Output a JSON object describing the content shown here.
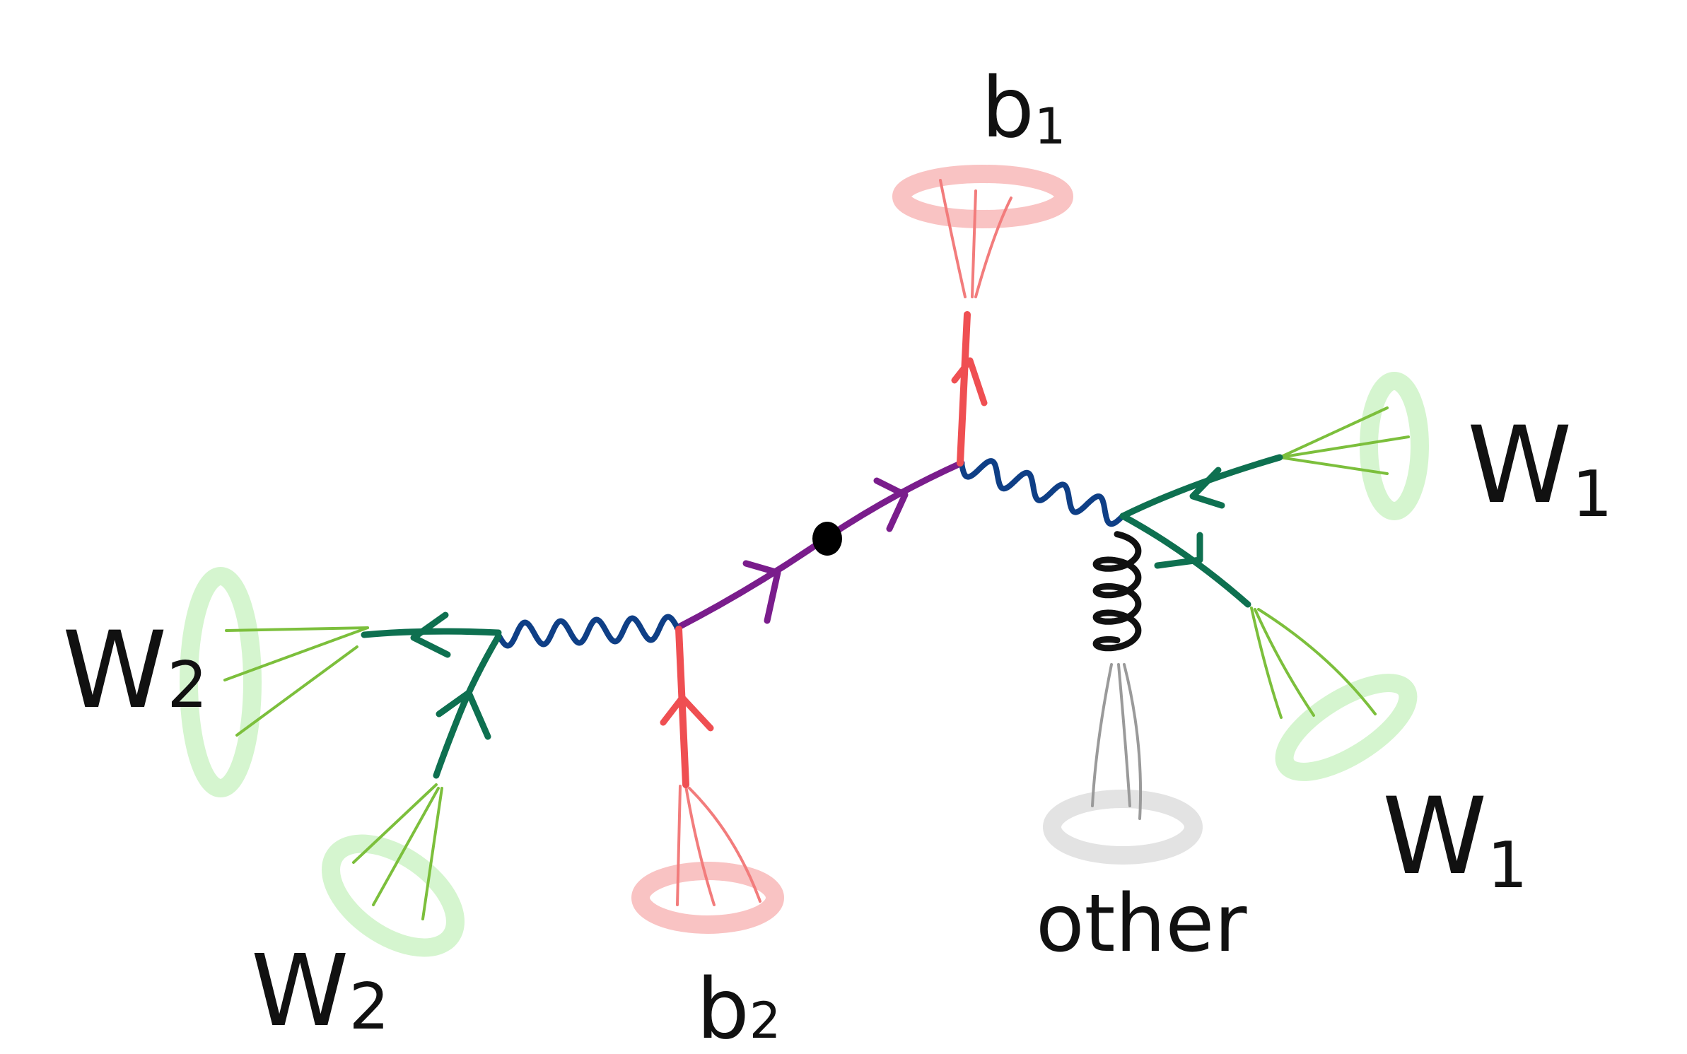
{
  "labels": {
    "b1": {
      "main": "b",
      "sub": "1"
    },
    "b2": {
      "main": "b",
      "sub": "2"
    },
    "w1_top": {
      "main": "W",
      "sub": "1"
    },
    "w1_bottom": {
      "main": "W",
      "sub": "1"
    },
    "w2_left": {
      "main": "W",
      "sub": "2"
    },
    "w2_bottom": {
      "main": "W",
      "sub": "2"
    },
    "other": "other"
  },
  "colors": {
    "top_quark": "#7a1d8c",
    "w_boson": "#0f3f86",
    "b_quark": "#ef4f52",
    "w_decay": "#0e7050",
    "jet_spray_green": "#7cbf3c",
    "jet_spray_red": "#f27c7c",
    "jet_spray_gray": "#9a9a9a",
    "gluon": "#111111",
    "cone_green": "#d5f5cf",
    "cone_red": "#f9c3c3",
    "cone_gray": "#e3e3e3",
    "vertex": "#000000"
  }
}
